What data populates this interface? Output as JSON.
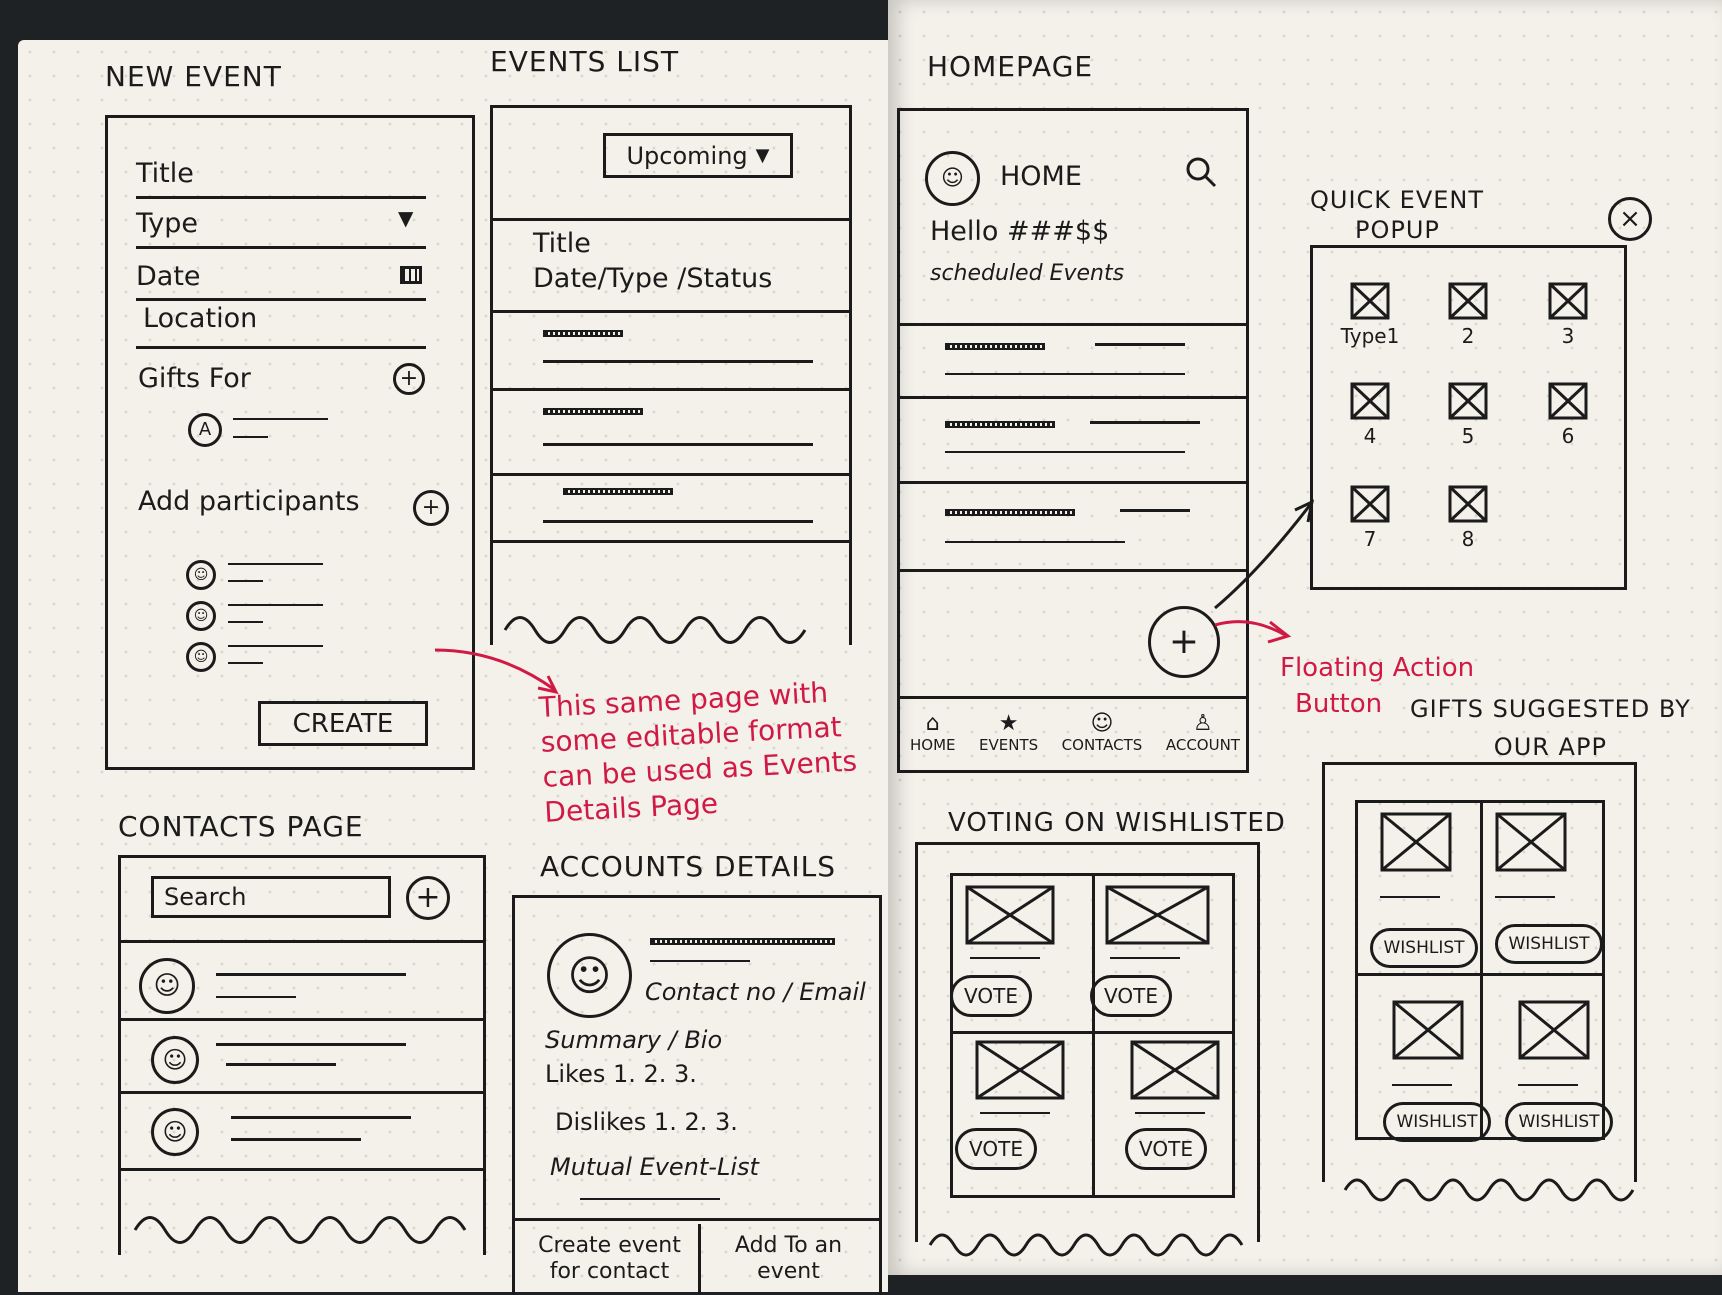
{
  "new_event": {
    "heading": "NEW EVENT",
    "fields": [
      "Title",
      "Type",
      "Date",
      "Location"
    ],
    "type_arrow": "▼",
    "gifts_label": "Gifts For",
    "participants_label": "Add participants",
    "create_label": "CREATE"
  },
  "events_list": {
    "heading": "EVENTS LIST",
    "dropdown": "Upcoming",
    "dropdown_arrow": "▼",
    "header_title": "Title",
    "header_sub": "Date/Type /Status"
  },
  "homepage": {
    "heading": "HOMEPAGE",
    "title": "HOME",
    "greeting": "Hello ###$$",
    "subtitle": "scheduled Events",
    "fab": "+",
    "nav": [
      "HOME",
      "EVENTS",
      "CONTACTS",
      "ACCOUNT"
    ]
  },
  "quick_event": {
    "heading_line1": "QUICK EVENT",
    "heading_line2": "POPUP",
    "close": "×",
    "types": [
      "Type1",
      "2",
      "3",
      "4",
      "5",
      "6",
      "7",
      "8"
    ]
  },
  "annotations": {
    "fab_note_line1": "Floating Action",
    "fab_note_line2": "Button",
    "events_note": [
      "This same page with",
      "some editable format",
      "can be used as Events",
      "Details Page"
    ]
  },
  "contacts": {
    "heading": "CONTACTS PAGE",
    "search_placeholder": "Search",
    "add": "+"
  },
  "account": {
    "heading": "ACCOUNTS DETAILS",
    "contact": "Contact no / Email",
    "summary": "Summary / Bio",
    "likes": "Likes   1.   2.   3.",
    "dislikes": "Dislikes  1.   2.   3.",
    "mutual": "Mutual Event-List",
    "btn_create": "Create event for contact",
    "btn_add": "Add To an event"
  },
  "voting": {
    "heading": "VOTING ON WISHLISTED",
    "vote_label": "VOTE"
  },
  "gifts": {
    "heading_line1": "GIFTS SUGGESTED BY",
    "heading_line2": "OUR APP",
    "wishlist_label": "WISHLIST"
  },
  "colors": {
    "ink": "#1b1b1b",
    "annotation": "#d01a45",
    "paper": "#f4f1ea"
  }
}
